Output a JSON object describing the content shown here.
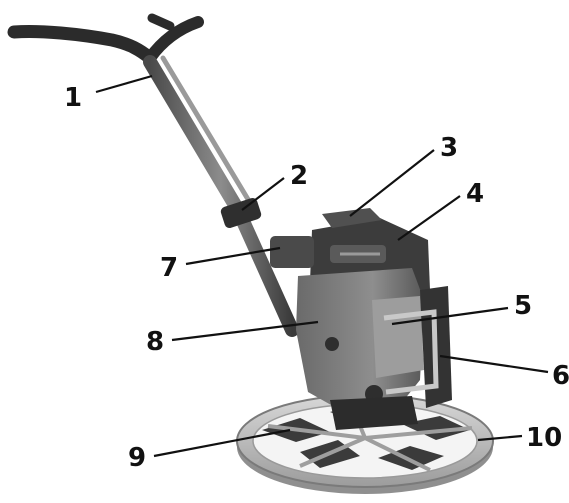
{
  "diagram": {
    "subject": "power-trowel",
    "callouts": [
      {
        "id": "1",
        "label": "1"
      },
      {
        "id": "2",
        "label": "2"
      },
      {
        "id": "3",
        "label": "3"
      },
      {
        "id": "4",
        "label": "4"
      },
      {
        "id": "5",
        "label": "5"
      },
      {
        "id": "6",
        "label": "6"
      },
      {
        "id": "7",
        "label": "7"
      },
      {
        "id": "8",
        "label": "8"
      },
      {
        "id": "9",
        "label": "9"
      },
      {
        "id": "10",
        "label": "10"
      }
    ]
  },
  "colors": {
    "handle": "#2b2b2b",
    "metal": "#8a8a8a",
    "engine_dark": "#3a3a3a",
    "engine_mid": "#6b6b6b",
    "ring": "#bdbdbd"
  }
}
